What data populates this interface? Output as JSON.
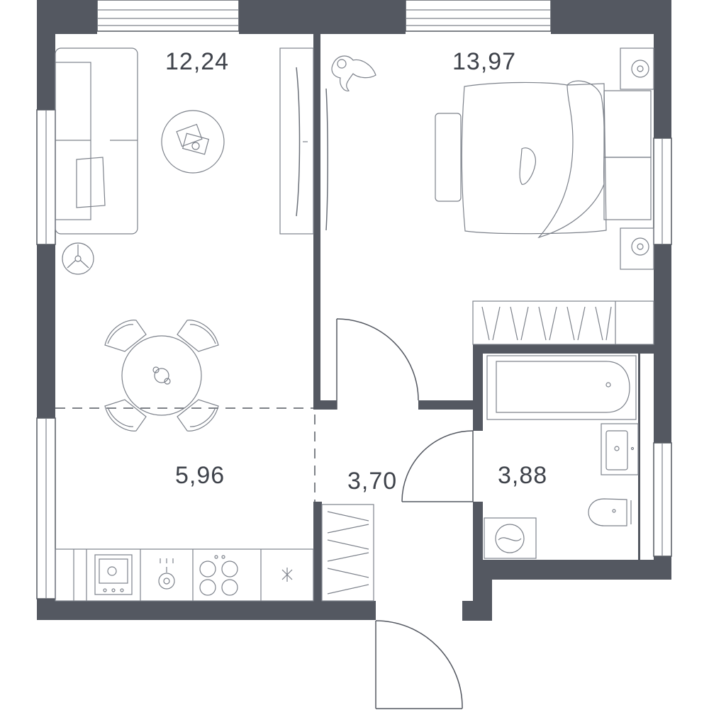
{
  "plan": {
    "rooms": [
      {
        "id": "living",
        "area": "12,24"
      },
      {
        "id": "bedroom",
        "area": "13,97"
      },
      {
        "id": "kitchen",
        "area": "5,96"
      },
      {
        "id": "hallway",
        "area": "3,70"
      },
      {
        "id": "bathroom",
        "area": "3,88"
      }
    ]
  }
}
